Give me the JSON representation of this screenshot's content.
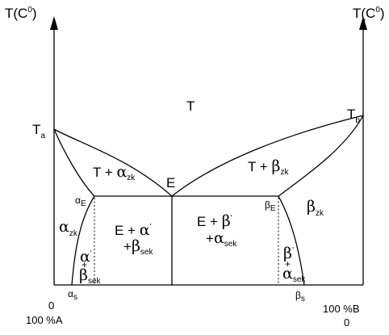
{
  "axes": {
    "left_title": "T(C",
    "left_sup": "0",
    "left_close": ")",
    "right_title": "T(C",
    "right_sup": "0",
    "right_close": ")",
    "bottom_left_top": "0",
    "bottom_left_bottom": "100 %A",
    "bottom_right_top": "100 %B",
    "bottom_right_bottom": "0"
  },
  "points": {
    "Ta_main": "T",
    "Ta_sub": "a",
    "Tb_main": "T",
    "Tb_sub": "b",
    "E": "E",
    "alphaE_main": "α",
    "alphaE_sub": "E",
    "betaE_main": "β",
    "betaE_sub": "E",
    "alphaS_main": "α",
    "alphaS_sub": "s",
    "betaS_main": "β",
    "betaS_sub": "s"
  },
  "regions": {
    "liquid": "T",
    "left_liquid_alpha": {
      "prefix": "T + ",
      "greek": "α",
      "sub": "zk"
    },
    "right_liquid_beta": {
      "prefix": "T + ",
      "greek": "β",
      "sub": "zk"
    },
    "alpha_zk": {
      "greek": "α",
      "sub": "zk"
    },
    "beta_zk": {
      "greek": "β",
      "sub": "zk"
    },
    "eut_left": {
      "line1_prefix": "E + ",
      "line1_greek": "α",
      "line1_prime": "'",
      "line2_prefix": "+",
      "line2_greek": "β",
      "line2_sub": "sek"
    },
    "eut_right": {
      "line1_prefix": "E + ",
      "line1_greek": "β",
      "line1_prime": "'",
      "line2_prefix": "+",
      "line2_greek": "α",
      "line2_sub": "sek"
    },
    "alpha_beta_sek": {
      "greek1": "α",
      "prime1": "'",
      "plus": "+",
      "greek2": "β",
      "sub2": "sek"
    },
    "beta_alpha_sek": {
      "greek1": "β",
      "prime1": "'",
      "plus": "+",
      "greek2": "α",
      "sub2": "sek"
    }
  },
  "colors": {
    "line": "#000000",
    "background": "#ffffff"
  }
}
